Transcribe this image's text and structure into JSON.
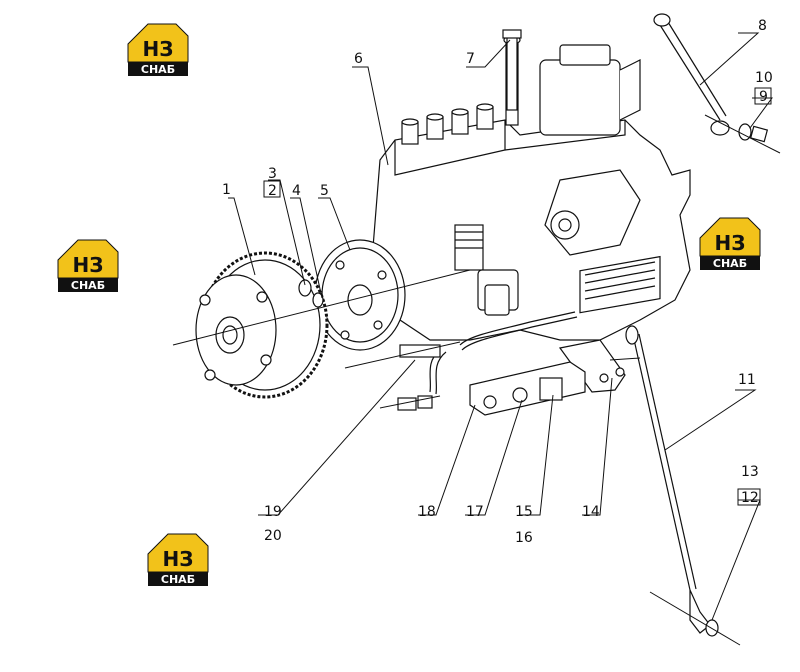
{
  "logo": {
    "mark_text": "НЗ",
    "band_text": "СНАБ",
    "color_yellow": "#f2c21a",
    "color_black": "#111111"
  },
  "callouts": {
    "c1": "1",
    "c2": "2",
    "c3": "3",
    "c4": "4",
    "c5": "5",
    "c6": "6",
    "c7": "7",
    "c8": "8",
    "c9": "9",
    "c10": "10",
    "c11": "11",
    "c12": "12",
    "c13": "13",
    "c14": "14",
    "c15": "15",
    "c16": "16",
    "c17": "17",
    "c18": "18",
    "c19": "19",
    "c20": "20"
  },
  "colors": {
    "line": "#111111",
    "background": "#ffffff"
  }
}
